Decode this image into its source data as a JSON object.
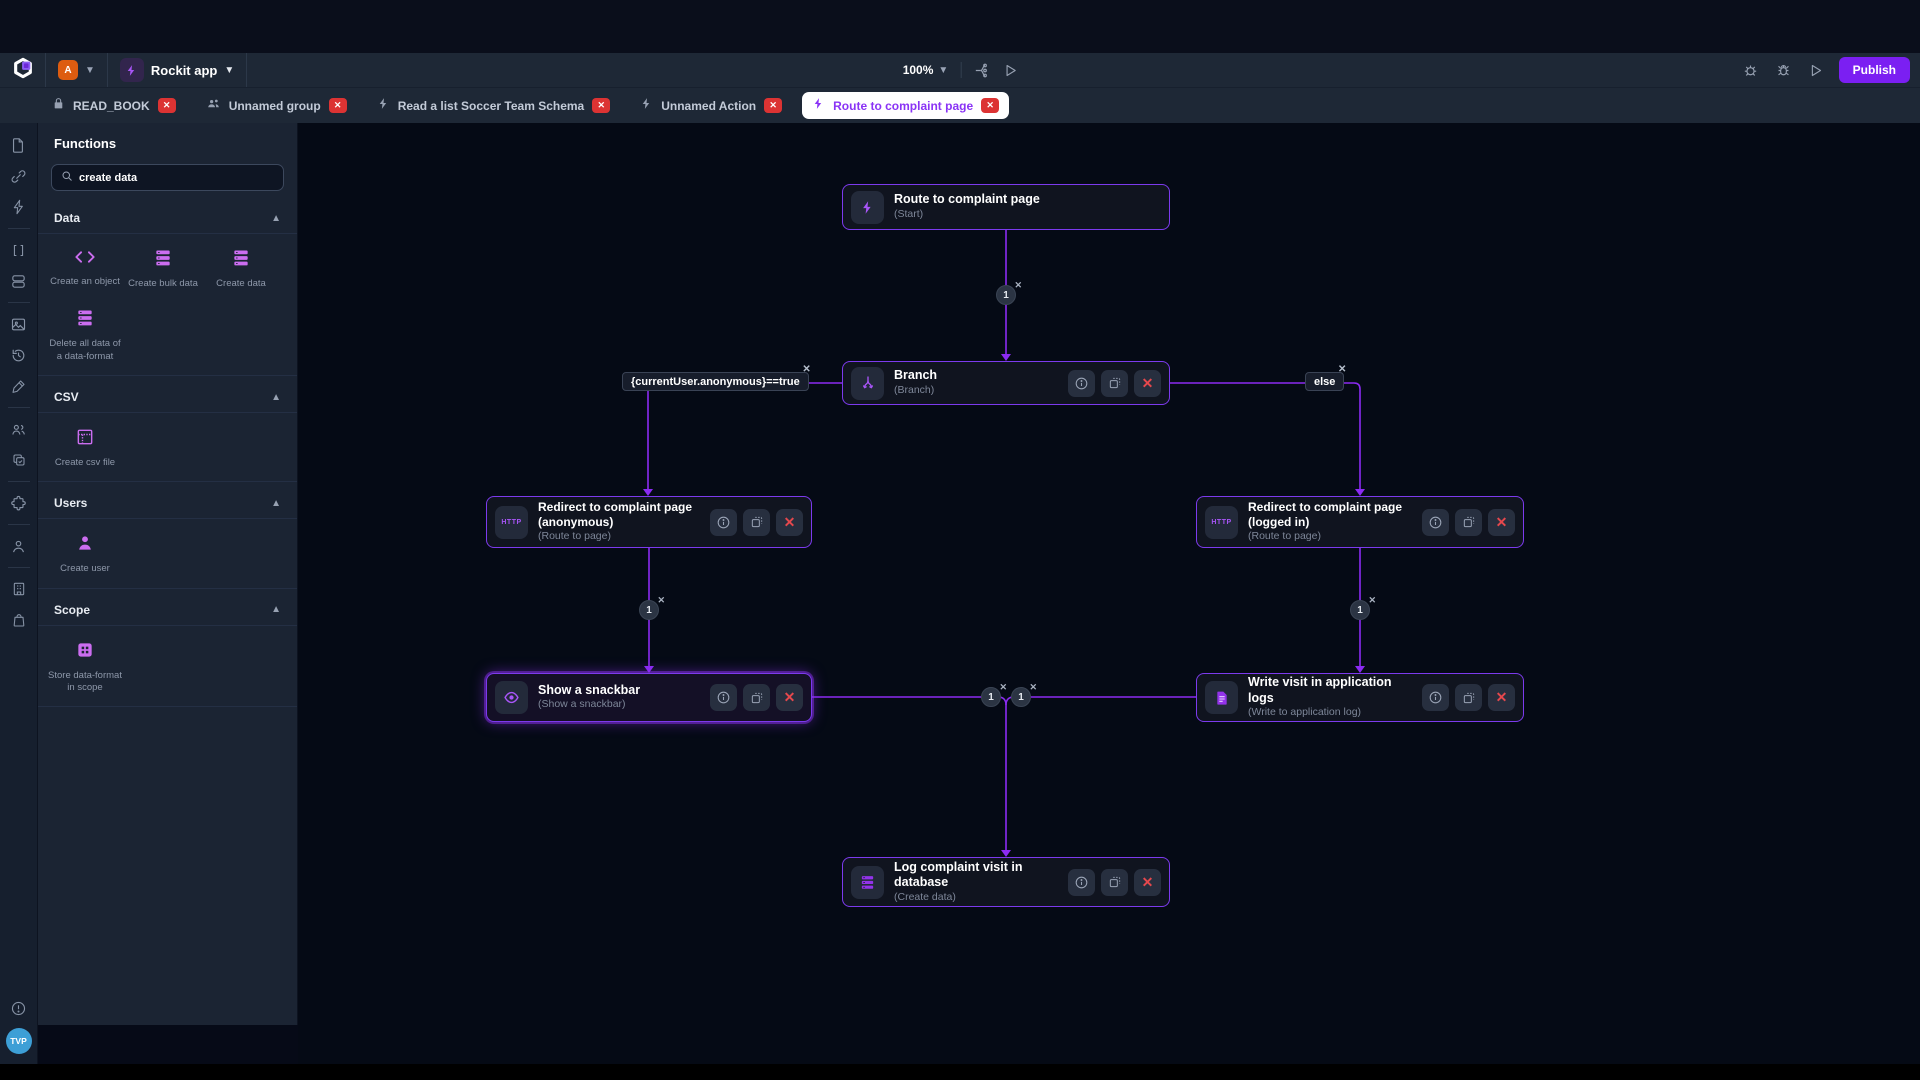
{
  "topbar": {
    "app_badge": "A",
    "app_name": "Rockit app",
    "zoom_level": "100%",
    "publish_label": "Publish"
  },
  "tabs": {
    "read_book": "READ_BOOK",
    "unnamed_group": "Unnamed group",
    "soccer_schema": "Read a list Soccer Team Schema",
    "unnamed_action": "Unnamed Action",
    "route_complaint": "Route to complaint page"
  },
  "sidebar": {
    "title": "Functions",
    "search_value": "create data",
    "sections": {
      "data": {
        "title": "Data",
        "items": {
          "create_object": "Create an object",
          "create_bulk": "Create bulk data",
          "create_data": "Create data",
          "delete_all": "Delete all data of a data-format"
        }
      },
      "csv": {
        "title": "CSV",
        "items": {
          "create_csv": "Create csv file"
        }
      },
      "users": {
        "title": "Users",
        "items": {
          "create_user": "Create user"
        }
      },
      "scope": {
        "title": "Scope",
        "items": {
          "store_scope": "Store data-format in scope"
        }
      }
    }
  },
  "rail": {
    "avatar": "TVP"
  },
  "canvas": {
    "nodes": {
      "start": {
        "title": "Route to complaint page",
        "subtitle": "(Start)"
      },
      "branch": {
        "title": "Branch",
        "subtitle": "(Branch)"
      },
      "redirect_anon": {
        "title": "Redirect to complaint page (anonymous)",
        "subtitle": "(Route to page)",
        "icon_label": "HTTP"
      },
      "redirect_logged": {
        "title": "Redirect to complaint page (logged in)",
        "subtitle": "(Route to page)",
        "icon_label": "HTTP"
      },
      "snackbar": {
        "title": "Show a snackbar",
        "subtitle": "(Show a snackbar)"
      },
      "write_logs": {
        "title": "Write visit in application logs",
        "subtitle": "(Write to application log)"
      },
      "log_db": {
        "title": "Log complaint visit in database",
        "subtitle": "(Create data)"
      }
    },
    "labels": {
      "condition": "{currentUser.anonymous}==true",
      "else_label": "else"
    },
    "badge": "1"
  },
  "colors": {
    "accent": "#7c3aed",
    "edge": "#8b2bf2",
    "danger": "#dc3333",
    "publish": "#7b1ff2",
    "function_icon": "#cb6df0"
  }
}
